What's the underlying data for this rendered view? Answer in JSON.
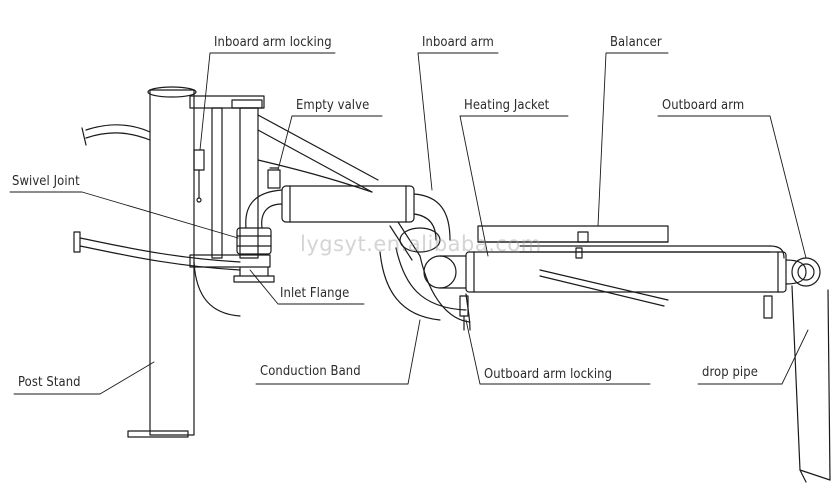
{
  "labels": {
    "inboard_arm_locking": "Inboard arm locking",
    "inboard_arm": "Inboard arm",
    "balancer": "Balancer",
    "empty_valve": "Empty valve",
    "heating_jacket": "Heating Jacket",
    "outboard_arm": "Outboard arm",
    "swivel_joint": "Swivel Joint",
    "inlet_flange": "Inlet Flange",
    "post_stand": "Post Stand",
    "conduction_band": "Conduction Band",
    "outboard_arm_locking": "Outboard arm locking",
    "drop_pipe": "drop pipe"
  },
  "watermark": "lygsyt.en.alibaba.com",
  "colors": {
    "line": "#1a1a1a",
    "text": "#2a2a2a",
    "background": "#ffffff"
  }
}
